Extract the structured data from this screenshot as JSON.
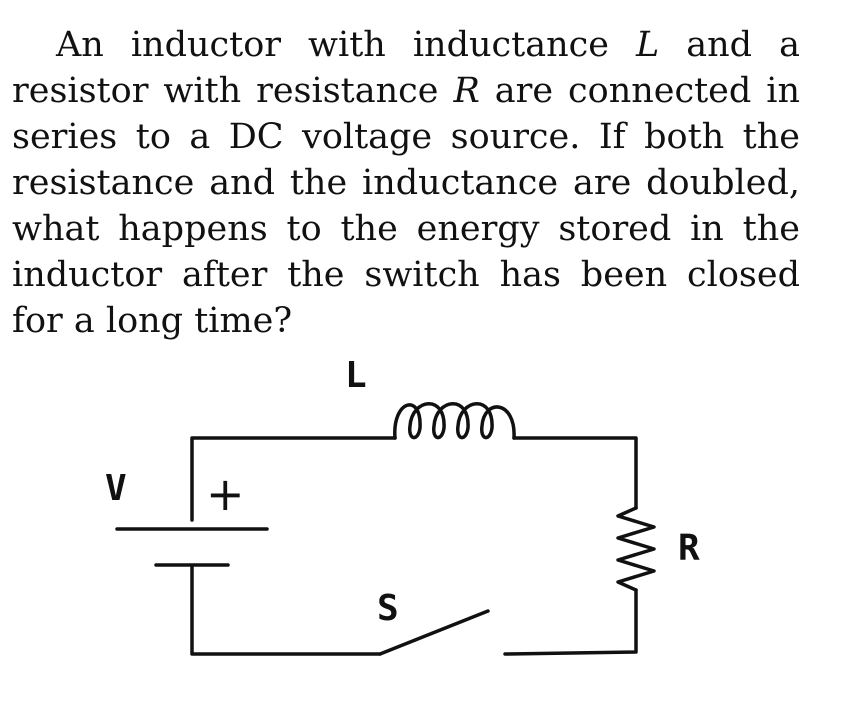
{
  "question": {
    "part1": "An inductor with inductance ",
    "var_L": "L",
    "part2": " and a resistor with resistance ",
    "var_R": "R",
    "part3": " are connected in series to a DC voltage source.  If both the resistance and the inductance are doubled, what happens to the energy stored in the inductor after the switch has been closed for a long time?"
  },
  "circuit": {
    "labels": {
      "inductor": "L",
      "resistor": "R",
      "source": "V",
      "switch": "S",
      "polarity": "+"
    }
  }
}
